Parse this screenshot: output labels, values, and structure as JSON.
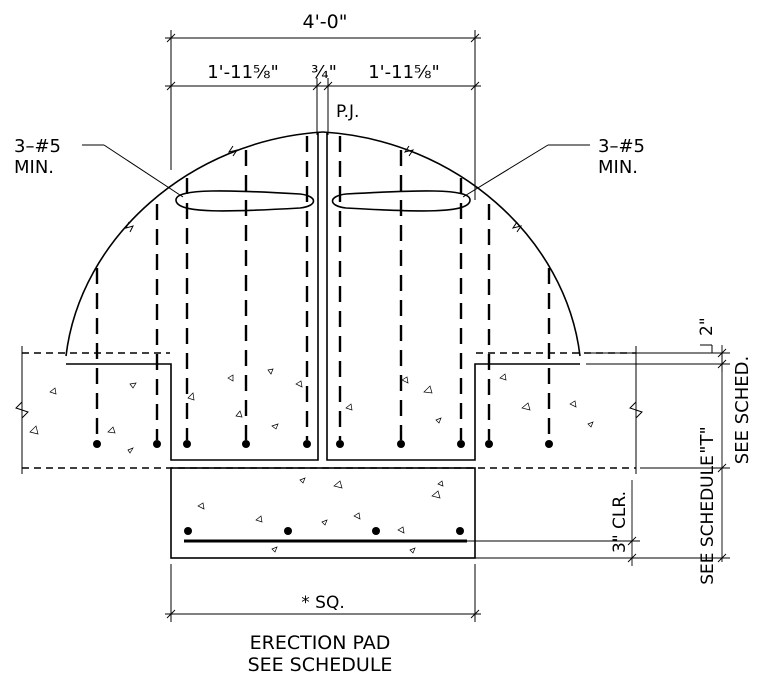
{
  "dimensions": {
    "overall_width": "4'-0\"",
    "left_half": "1'-11⅝\"",
    "joint_width": "¾\"",
    "right_half": "1'-11⅝\"",
    "pad_width": "* SQ.",
    "top_offset": "2\"",
    "slab_thickness": "\"T\"",
    "pad_depth": "SEE SCHEDULE",
    "slab_schedule": "SEE SCHED.",
    "bar_clearance": "3\" CLR."
  },
  "labels": {
    "joint": "P.J.",
    "rebar_left_line1": "3–#5",
    "rebar_left_line2": "MIN.",
    "rebar_right_line1": "3–#5",
    "rebar_right_line2": "MIN.",
    "caption_line1": "ERECTION PAD",
    "caption_line2": "SEE SCHEDULE"
  }
}
